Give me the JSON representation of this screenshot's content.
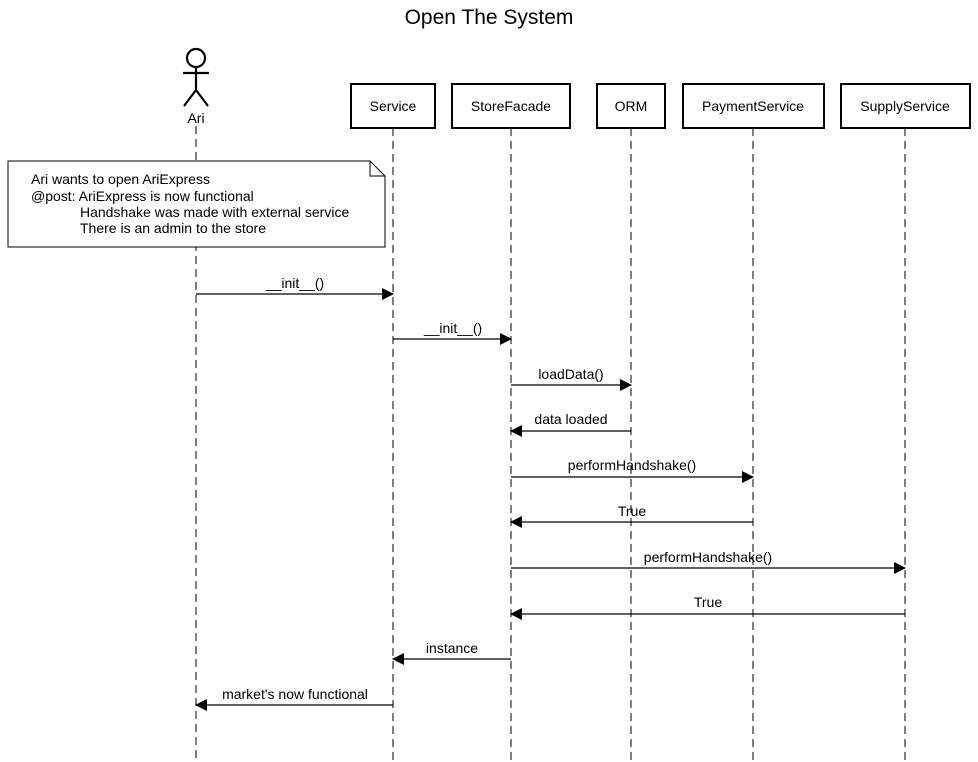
{
  "diagram": {
    "title": "Open The System",
    "actor": {
      "id": "ari",
      "label": "Ari"
    },
    "participants": [
      {
        "id": "service",
        "label": "Service"
      },
      {
        "id": "storefacade",
        "label": "StoreFacade"
      },
      {
        "id": "orm",
        "label": "ORM"
      },
      {
        "id": "payment",
        "label": "PaymentService"
      },
      {
        "id": "supply",
        "label": "SupplyService"
      }
    ],
    "note": {
      "lines": [
        "Ari wants to open AriExpress",
        "@post: AriExpress is now functional",
        "Handshake was made with external service",
        "There is an admin to the store"
      ]
    },
    "messages": [
      {
        "from": "ari",
        "to": "service",
        "label": "__init__()"
      },
      {
        "from": "service",
        "to": "storefacade",
        "label": "__init__()"
      },
      {
        "from": "storefacade",
        "to": "orm",
        "label": "loadData()"
      },
      {
        "from": "orm",
        "to": "storefacade",
        "label": "data loaded"
      },
      {
        "from": "storefacade",
        "to": "payment",
        "label": "performHandshake()"
      },
      {
        "from": "payment",
        "to": "storefacade",
        "label": "True"
      },
      {
        "from": "storefacade",
        "to": "supply",
        "label": "performHandshake()"
      },
      {
        "from": "supply",
        "to": "storefacade",
        "label": "True"
      },
      {
        "from": "storefacade",
        "to": "service",
        "label": "instance"
      },
      {
        "from": "service",
        "to": "ari",
        "label": "market's now functional"
      }
    ]
  }
}
